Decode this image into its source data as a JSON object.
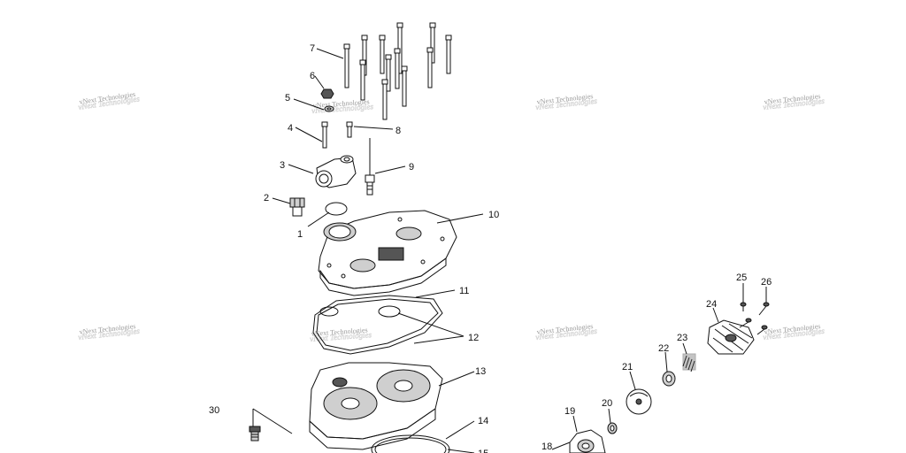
{
  "watermark": "vNext Technologies",
  "callouts": {
    "c1": "1",
    "c2": "2",
    "c3": "3",
    "c4": "4",
    "c5": "5",
    "c6": "6",
    "c7": "7",
    "c8": "8",
    "c9": "9",
    "c10": "10",
    "c11": "11",
    "c12": "12",
    "c13": "13",
    "c14": "14",
    "c15": "15",
    "c18": "18",
    "c19": "19",
    "c20": "20",
    "c21": "21",
    "c22": "22",
    "c23": "23",
    "c24": "24",
    "c25": "25",
    "c26": "26",
    "c30": "30"
  }
}
